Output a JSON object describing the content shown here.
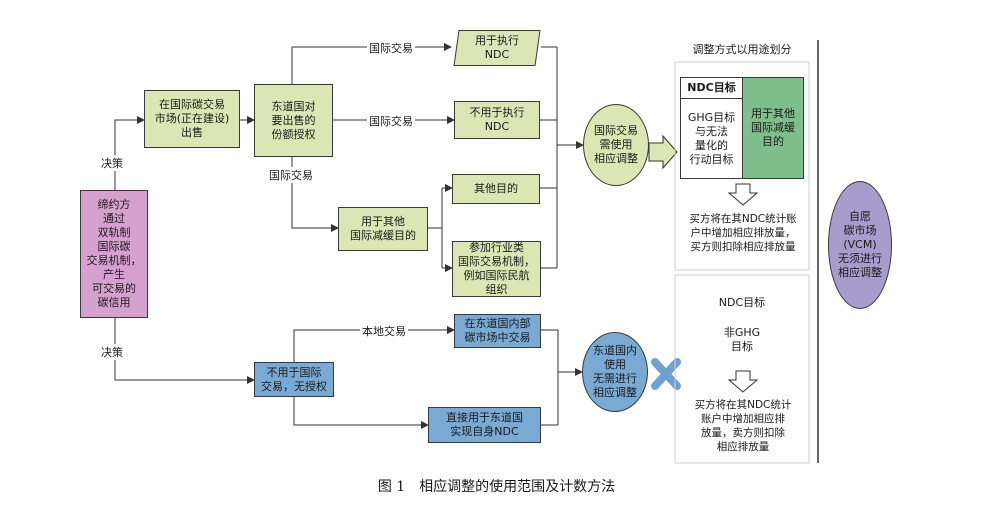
{
  "left_box": "缔约方\n通过\n双轨制\n国际碳\n交易机制，\n产生\n可交易的\n碳信用",
  "decision_top": "决策",
  "decision_bottom": "决策",
  "intl_market_box": "在国际碳交易\n市场(正在建设)\n出售",
  "host_authorize_box": "东道国对\n要出售的\n份额授权",
  "label_intl_trade_1": "国际交易",
  "label_intl_trade_2": "国际交易",
  "label_intl_trade_3": "国际交易",
  "ndc_use_box": "用于执行\nNDC",
  "ndc_notuse_box": "不用于执行\nNDC",
  "other_mitigation_box": "用于其他\n国际减缓目的",
  "other_purpose_box": "其他目的",
  "industry_box": "参加行业类\n国际交易机制，\n例如国际民航\n组织",
  "intl_adjust_oval": "国际交易\n需使用\n相应调整",
  "panel_title": "调整方式以用途划分",
  "ndc_target_label": "NDC目标",
  "ghg_box": "GHG目标\n与无法\n量化的\n行动目标",
  "other_goal_box": "用于其他\n国际减缓\n目的",
  "upper_account_text": "买方将在其NDC统计账\n户中增加相应排放量，\n买方则扣除相应排放量",
  "not_intl_box": "不用于国际\n交易，无授权",
  "local_trade_label": "本地交易",
  "domestic_market_box": "在东道国内部\n碳市场中交易",
  "host_ndc_box": "直接用于东道国\n实现自身NDC",
  "no_adjust_oval": "东道国内\n使用\n无需进行\n相应调整",
  "lower_ndc_target": "NDC目标",
  "non_ghg_target": "非GHG\n目标",
  "lower_account_text": "买方将在其NDC统计\n账户中增加相应排\n放量，卖方则扣除\n相应排放量",
  "vcm_oval": "自愿\n碳市场\n(VCM)\n无须进行\n相应调整",
  "caption": "图 1　相应调整的使用范围及计数方法",
  "colors": {
    "green": "#dbe6b4",
    "pink": "#d6a1cf",
    "blue": "#79aad4",
    "purple": "#a79ccc",
    "dark_green": "#7fbf8c"
  }
}
